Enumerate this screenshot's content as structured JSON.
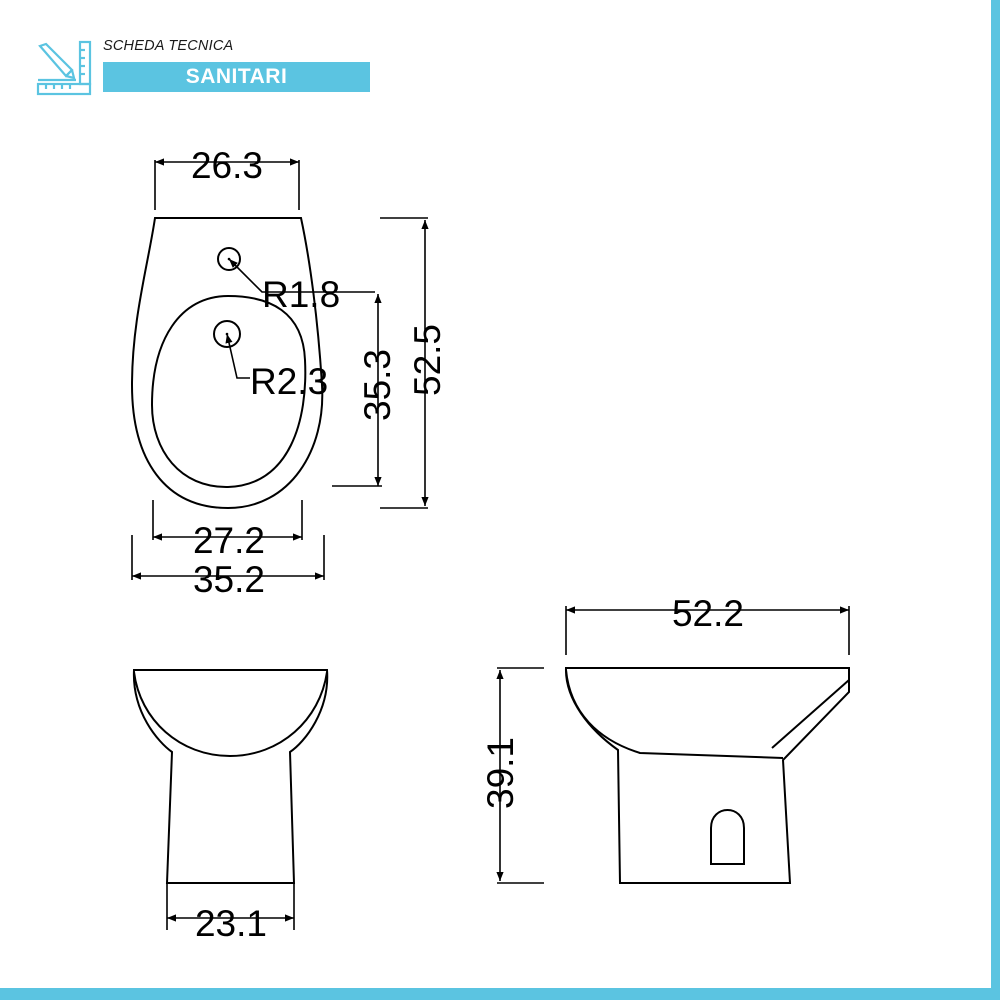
{
  "header": {
    "subtitle": "SCHEDA TECNICA",
    "title": "SANITARI",
    "icon": "ruler-pencil-icon"
  },
  "colors": {
    "accent": "#5bc4e1",
    "line": "#000000"
  },
  "top_view": {
    "top_width": "26.3",
    "hole_small_radius": "R1.8",
    "hole_large_radius": "R2.3",
    "bowl_length": "35.3",
    "overall_length": "52.5",
    "inner_width": "27.2",
    "overall_width": "35.2"
  },
  "front_view": {
    "base_width": "23.1"
  },
  "side_view": {
    "overall_length": "52.2",
    "height": "39.1"
  }
}
